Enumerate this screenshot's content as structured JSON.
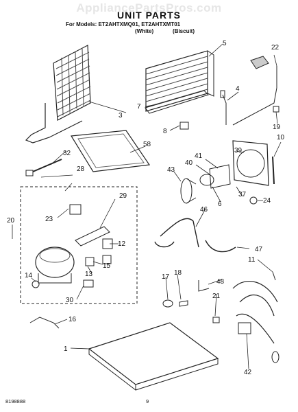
{
  "header": {
    "watermark": "AppliancePartsPros.com",
    "title": "UNIT PARTS",
    "models_line": "For Models: ET2AHTXMQ01, ET2AHTXMT01",
    "variant_white": "(White)",
    "variant_biscuit": "(Biscuit)"
  },
  "footer": {
    "document_number": "8198888",
    "page_number": "9"
  },
  "part_labels": [
    "1",
    "3",
    "4",
    "5",
    "6",
    "7",
    "8",
    "10",
    "11",
    "12",
    "13",
    "14",
    "15",
    "16",
    "17",
    "18",
    "19",
    "20",
    "21",
    "22",
    "23",
    "24",
    "28",
    "29",
    "30",
    "32",
    "37",
    "39",
    "40",
    "41",
    "42",
    "43",
    "46",
    "47",
    "48",
    "58"
  ]
}
